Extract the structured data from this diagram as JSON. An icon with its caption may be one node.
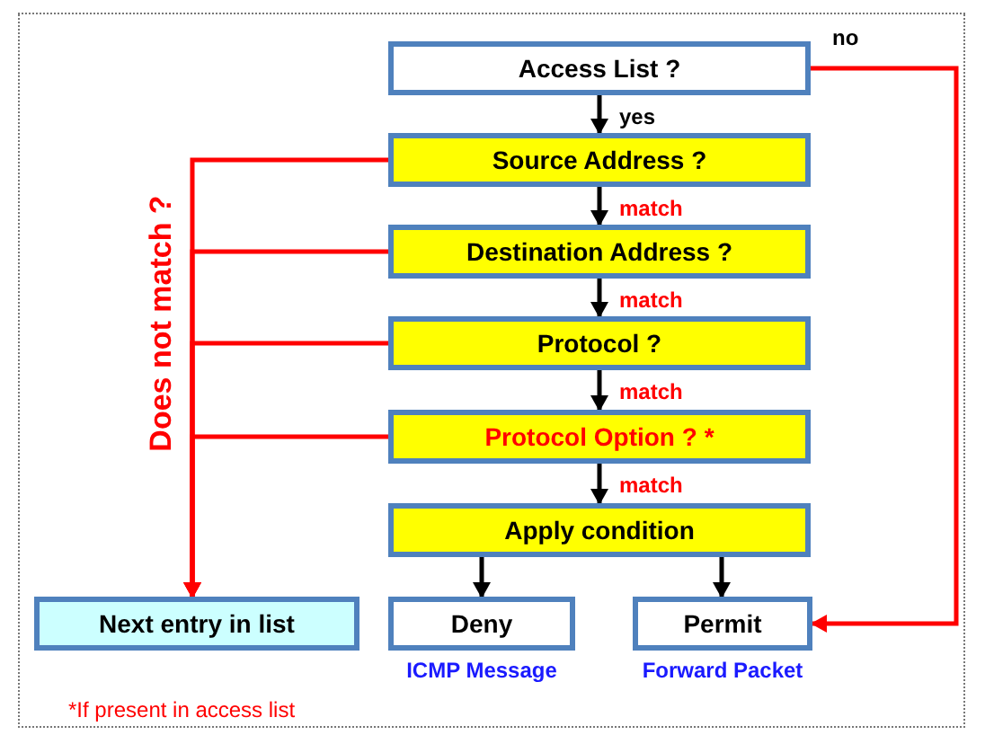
{
  "diagram": {
    "nodes": [
      {
        "text": [
          "Access List ?"
        ]
      },
      {
        "text": [
          "Source Address ?"
        ]
      },
      {
        "text": [
          "Destination Address ?"
        ]
      },
      {
        "text": [
          "Protocol ?"
        ]
      },
      {
        "text": [
          "Protocol Option ? *"
        ]
      },
      {
        "text": [
          "Apply condition"
        ]
      },
      {
        "text": [
          "Next entry in list"
        ]
      },
      {
        "text": [
          "Deny"
        ],
        "beside": [
          "ICMP Message"
        ]
      },
      {
        "text": [
          "Permit"
        ],
        "beside": [
          "Forward Packet"
        ]
      }
    ],
    "edges": [
      {
        "from": 0,
        "to": 1,
        "arrow": "to",
        "label": "yes"
      },
      {
        "from": 1,
        "to": 2,
        "arrow": "to",
        "label": "match"
      },
      {
        "from": 2,
        "to": 3,
        "arrow": "to",
        "label": "match"
      },
      {
        "from": 3,
        "to": 4,
        "arrow": "to",
        "label": "match"
      },
      {
        "from": 4,
        "to": 5,
        "arrow": "to",
        "label": "match"
      },
      {
        "from": 5,
        "to": 7,
        "arrow": "to"
      },
      {
        "from": 5,
        "to": 8,
        "arrow": "to"
      },
      {
        "from": 0,
        "to": 8,
        "arrow": "to",
        "label": "no",
        "color": "#ff0000"
      },
      {
        "from": 1,
        "to": 6,
        "arrow": "to",
        "color": "#ff0000"
      },
      {
        "from": 2,
        "to": 6,
        "arrow": "to",
        "color": "#ff0000"
      },
      {
        "from": 3,
        "to": 6,
        "arrow": "to",
        "color": "#ff0000"
      },
      {
        "from": 4,
        "to": 6,
        "arrow": "to",
        "color": "#ff0000"
      }
    ],
    "labels": [
      "Does not match ?",
      "*If present in access list"
    ]
  }
}
